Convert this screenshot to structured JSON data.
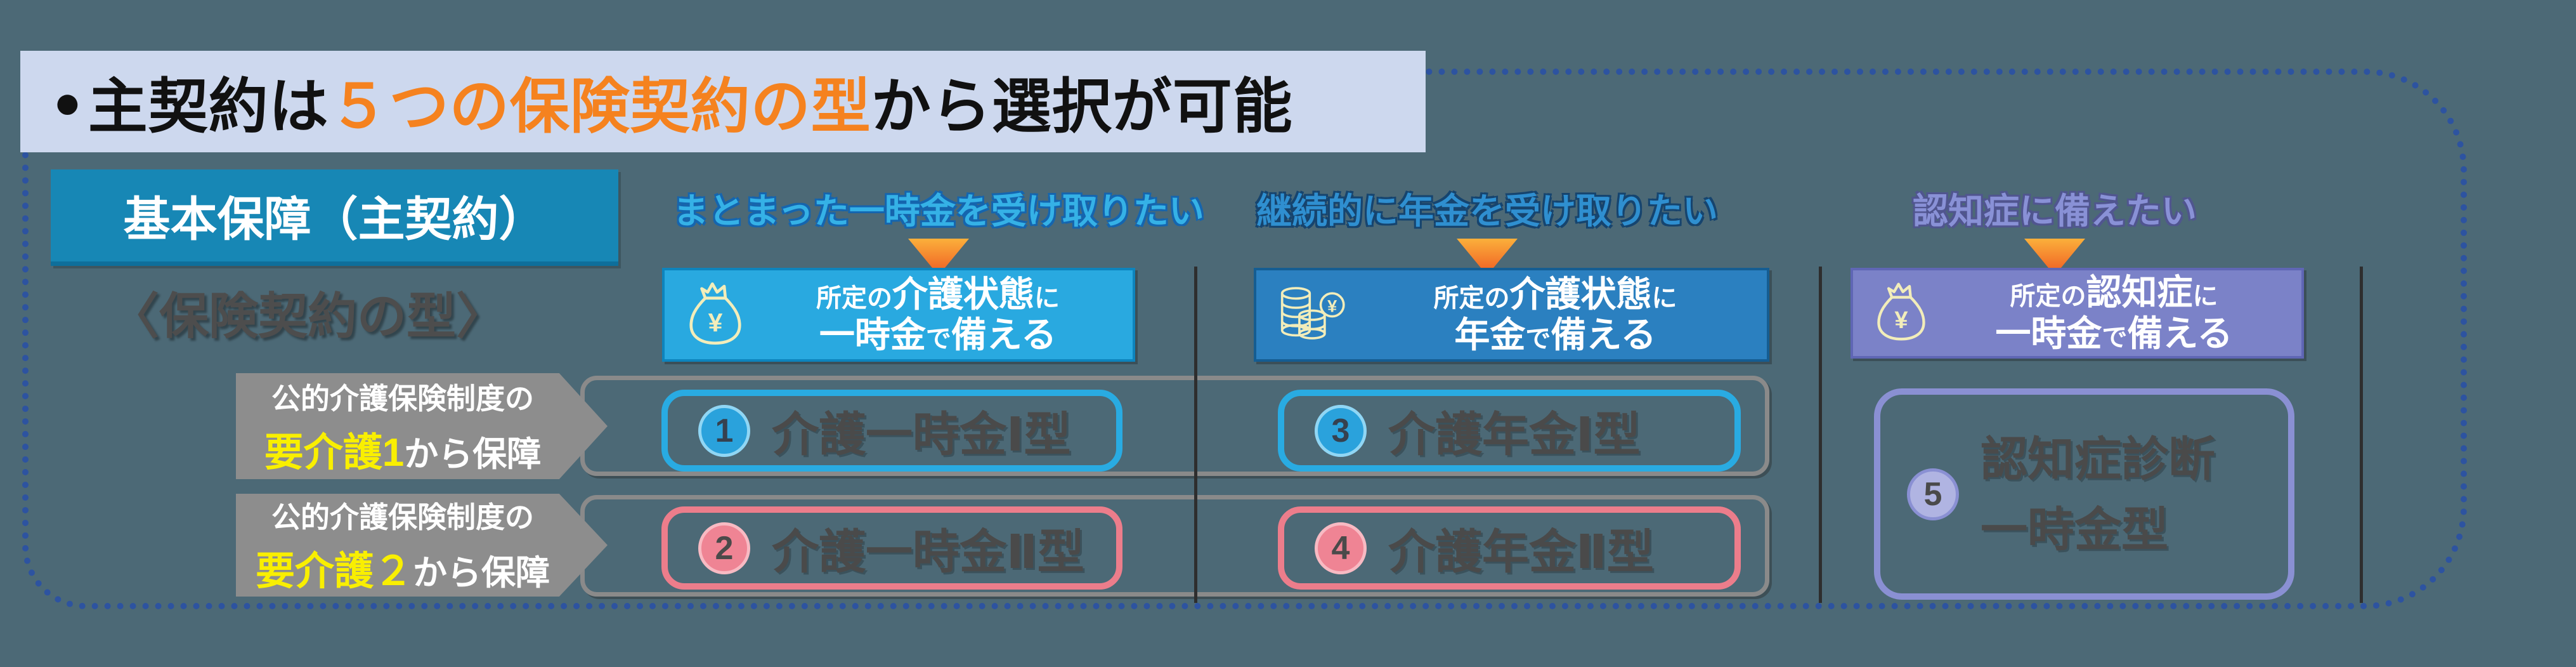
{
  "title": {
    "bullet": "●",
    "part1": "主契約は",
    "part2": "５つの保険契約の型",
    "part3": "から選択が可能"
  },
  "base_plan": {
    "label": "基本保障（主契約）",
    "sub_label": "〈保険契約の型〉"
  },
  "columns": [
    {
      "need": "まとまった一時金を受け取りたい",
      "icon": "money-bag-icon",
      "benefit": {
        "pre": "所定の",
        "target": "介護状態",
        "post": "に",
        "amount": "一時金",
        "particle": "で",
        "verb": "備える"
      }
    },
    {
      "need": "継続的に年金を受け取りたい",
      "icon": "coin-stack-icon",
      "benefit": {
        "pre": "所定の",
        "target": "介護状態",
        "post": "に",
        "amount": "年金",
        "particle": "で",
        "verb": "備える"
      }
    },
    {
      "need": "認知症に備えたい",
      "icon": "money-bag-icon",
      "benefit": {
        "pre": "所定の",
        "target": "認知症",
        "post": "に",
        "amount": "一時金",
        "particle": "で",
        "verb": "備える"
      }
    }
  ],
  "eligibility_rows": [
    {
      "line1": "公的介護保険制度の",
      "highlight": "要介護1",
      "line2": "から保障"
    },
    {
      "line1": "公的介護保険制度の",
      "highlight": "要介護２",
      "line2": "から保障"
    }
  ],
  "plan_options": [
    {
      "number": "1",
      "label": "介護一時金Ⅰ型"
    },
    {
      "number": "2",
      "label": "介護一時金Ⅱ型"
    },
    {
      "number": "3",
      "label": "介護年金Ⅰ型"
    },
    {
      "number": "4",
      "label": "介護年金Ⅱ型"
    },
    {
      "number": "5",
      "label_line1": "認知症診断",
      "label_line2": "一時金型"
    }
  ],
  "colors": {
    "background": "#4c6976",
    "title_bar": "#cdd8ee",
    "title_accent": "#f5821f",
    "base_box": "#1787b5",
    "cyan": "#29abe2",
    "blue": "#2b80c0",
    "purple": "#7b82c8",
    "pink": "#ec7d8b",
    "yellow_highlight": "#f9ef00",
    "dotted_border": "#2d53a0",
    "gray_arrow": "#8d8d8d",
    "text_dark": "#4a4a4a"
  }
}
